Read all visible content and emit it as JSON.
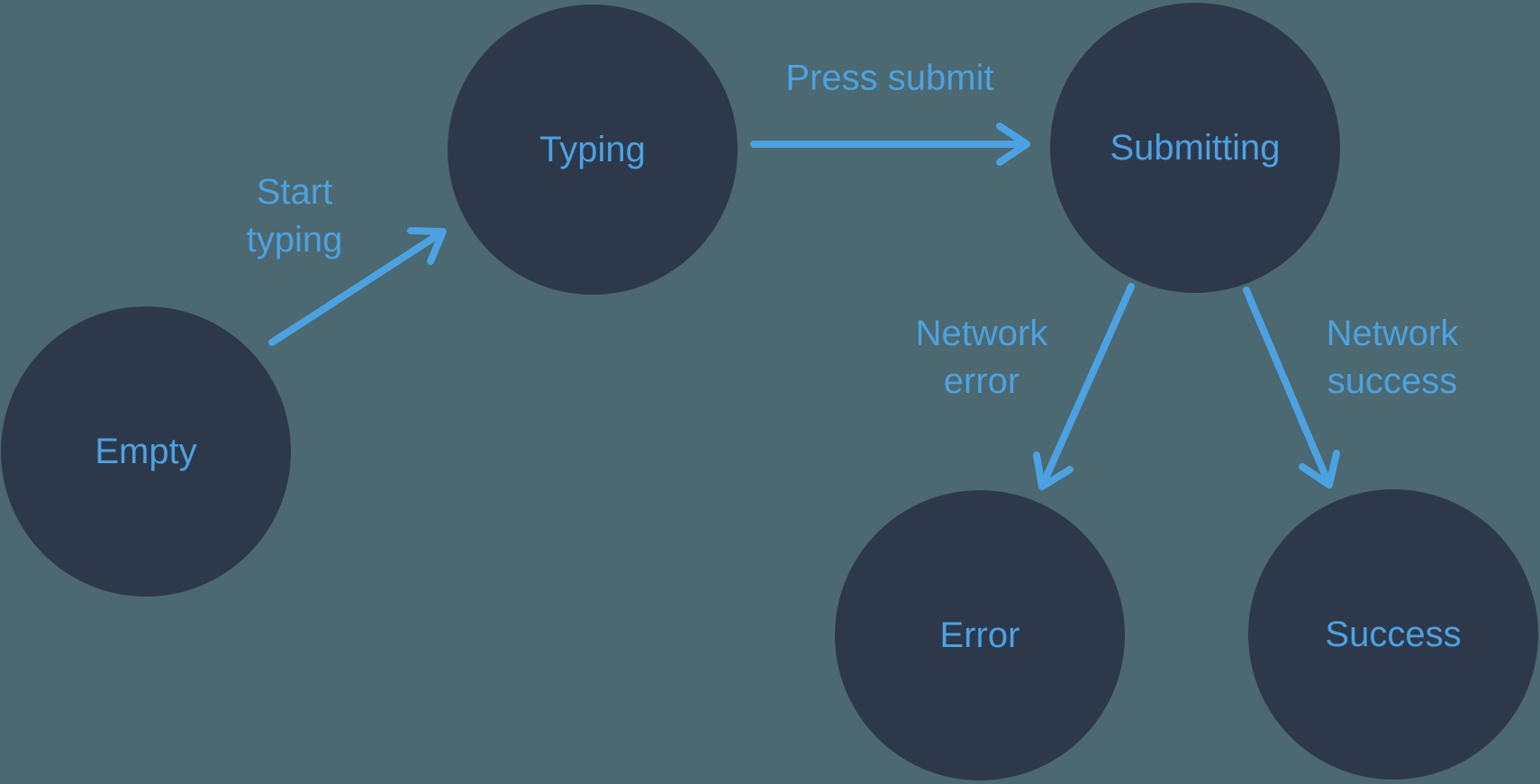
{
  "diagram": {
    "background_color": "#4C6870",
    "node_color": "#2D394B",
    "accent_color": "#4BA2E2",
    "nodes": [
      {
        "id": "empty",
        "label": "Empty"
      },
      {
        "id": "typing",
        "label": "Typing"
      },
      {
        "id": "submitting",
        "label": "Submitting"
      },
      {
        "id": "error",
        "label": "Error"
      },
      {
        "id": "success",
        "label": "Success"
      }
    ],
    "edges": [
      {
        "from": "empty",
        "to": "typing",
        "label": "Start\ntyping"
      },
      {
        "from": "typing",
        "to": "submitting",
        "label": "Press submit"
      },
      {
        "from": "submitting",
        "to": "error",
        "label": "Network\nerror"
      },
      {
        "from": "submitting",
        "to": "success",
        "label": "Network\nsuccess"
      }
    ]
  }
}
